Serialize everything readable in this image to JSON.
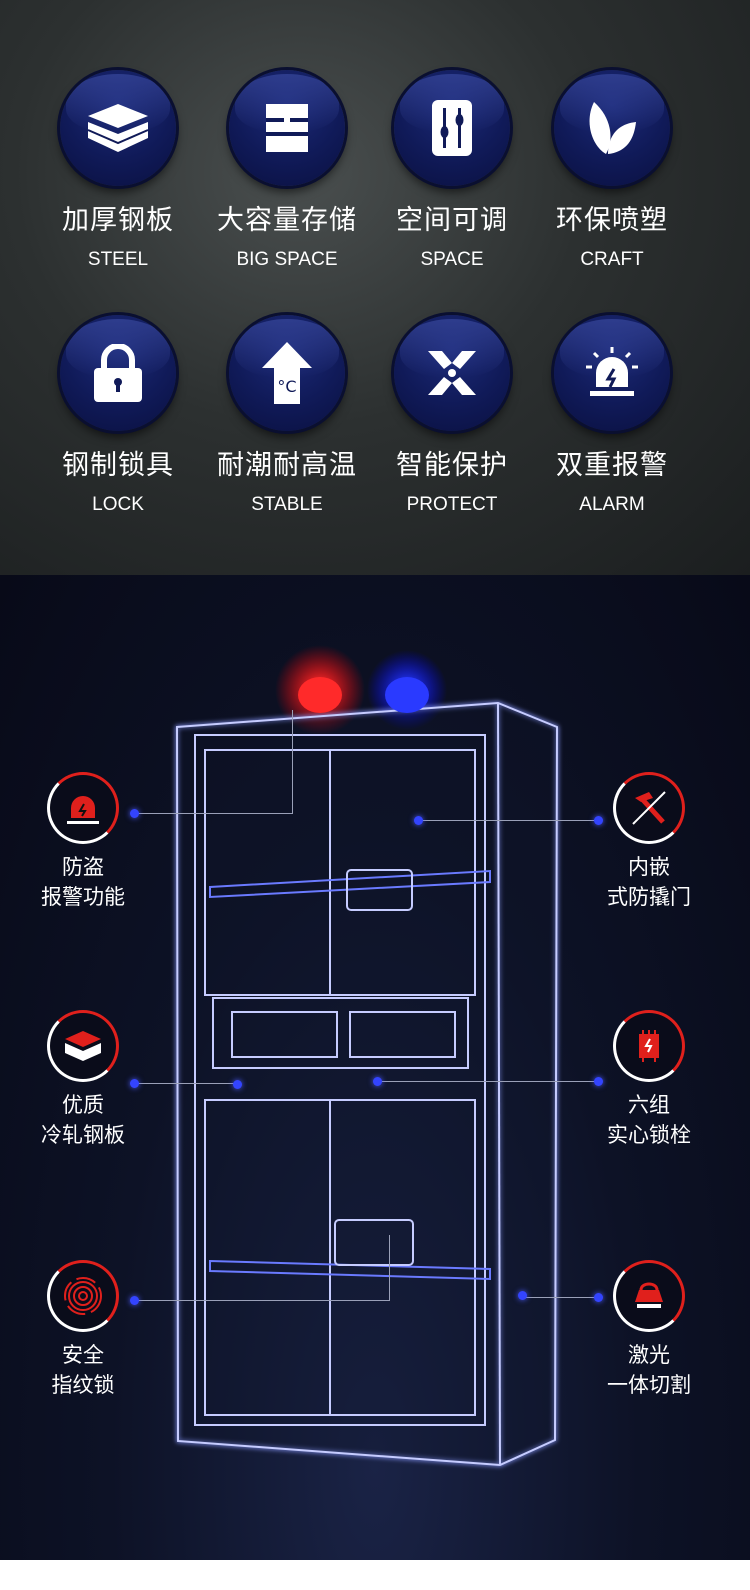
{
  "features": [
    {
      "cn": "加厚钢板",
      "en": "STEEL",
      "icon": "steel-plate-icon"
    },
    {
      "cn": "大容量存储",
      "en": "BIG SPACE",
      "icon": "storage-icon"
    },
    {
      "cn": "空间可调",
      "en": "SPACE",
      "icon": "adjust-icon"
    },
    {
      "cn": "环保喷塑",
      "en": "CRAFT",
      "icon": "leaf-icon"
    },
    {
      "cn": "钢制锁具",
      "en": "LOCK",
      "icon": "lock-icon"
    },
    {
      "cn": "耐潮耐高温",
      "en": "STABLE",
      "icon": "temperature-icon"
    },
    {
      "cn": "智能保护",
      "en": "PROTECT",
      "icon": "protect-icon"
    },
    {
      "cn": "双重报警",
      "en": "ALARM",
      "icon": "alarm-icon"
    }
  ],
  "callouts": {
    "left": [
      {
        "l1": "防盗",
        "l2": "报警功能"
      },
      {
        "l1": "优质",
        "l2": "冷轧钢板"
      },
      {
        "l1": "安全",
        "l2": "指纹锁"
      }
    ],
    "right": [
      {
        "l1": "内嵌",
        "l2": "式防撬门"
      },
      {
        "l1": "六组",
        "l2": "实心锁栓"
      },
      {
        "l1": "激光",
        "l2": "一体切割"
      }
    ]
  },
  "colors": {
    "accent": "#e0201c",
    "circle": "#101a58",
    "glow": "#3344ff"
  }
}
